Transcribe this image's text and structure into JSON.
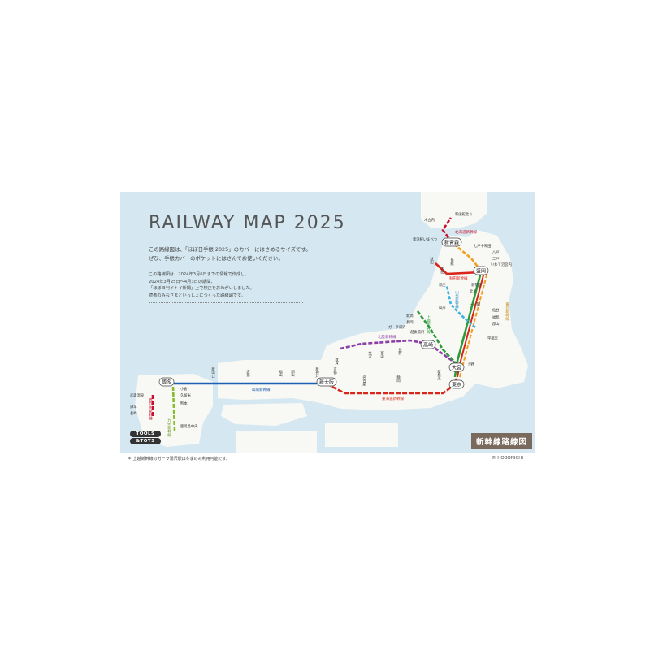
{
  "title": "RAILWAY MAP 2025",
  "description": [
    "この路線図は、「ほぼ日手帳 2025」のカバーにはさめるサイズです。",
    "ぜひ、手帳カバーのポケットにはさんでお使いください。"
  ],
  "note": [
    "この路線図は、2024年3月6日までの情報で作成し、",
    "2024年3月25日～4月3日の期間、",
    "「ほぼ日刊イトイ新聞」上で校正をおねがいしました。",
    "読者のみなさまといっしょにつくった路線図です。"
  ],
  "legend_label": "新幹線路線図",
  "logo": [
    "TOOLS",
    "&TOYS"
  ],
  "footnote": "＊ 上越新幹線のガーラ湯沢駅は冬季のみ利用可能です。",
  "copyright": "© HOBONICHI",
  "colors": {
    "sanyo": "#1d5fb4",
    "tokaido": "#d9261c",
    "hokuriku": "#8b3fa6",
    "joetsu": "#2e9b3b",
    "tohoku": "#2e9b3b",
    "hokkaido": "#c8102e",
    "akita": "#d9261c",
    "yamagata": "#3fb2e3",
    "kyushu": "#86bd2a",
    "nishikyushu": "#c8102e",
    "hayabusa": "#f0a020"
  },
  "lines": {
    "sanyo": "山陽新幹線",
    "tokaido": "東海道新幹線",
    "hokuriku": "北陸新幹線",
    "joetsu": "上越新幹線",
    "tohoku": "東北新幹線",
    "hokkaido": "北海道新幹線",
    "akita": "秋田新幹線",
    "yamagata": "山形新幹線",
    "kyushu": "九州新幹線",
    "nishikyushu": "西九州新幹線"
  },
  "major_stations": [
    "博多",
    "新大阪",
    "東京",
    "大宮",
    "高崎",
    "盛岡",
    "新青森"
  ],
  "stations": [
    "新函館北斗",
    "木古内",
    "奥津軽いまべつ",
    "七戸十和田",
    "八戸",
    "二戸",
    "いわて沼宮内",
    "秋田",
    "大曲",
    "角館",
    "新花巻",
    "北上",
    "一ノ関",
    "仙台",
    "福島",
    "郡山",
    "宇都宮",
    "新潟",
    "長岡",
    "越後湯沢",
    "山形",
    "新庄",
    "金沢",
    "富山",
    "長野",
    "敦賀",
    "京都",
    "名古屋",
    "静岡",
    "新横浜",
    "上野",
    "新神戸",
    "岡山",
    "福山",
    "広島",
    "新山口",
    "小倉",
    "熊本",
    "鹿児島中央",
    "久留米",
    "武雄温泉",
    "諫早",
    "長崎",
    "ガーラ湯沢"
  ]
}
